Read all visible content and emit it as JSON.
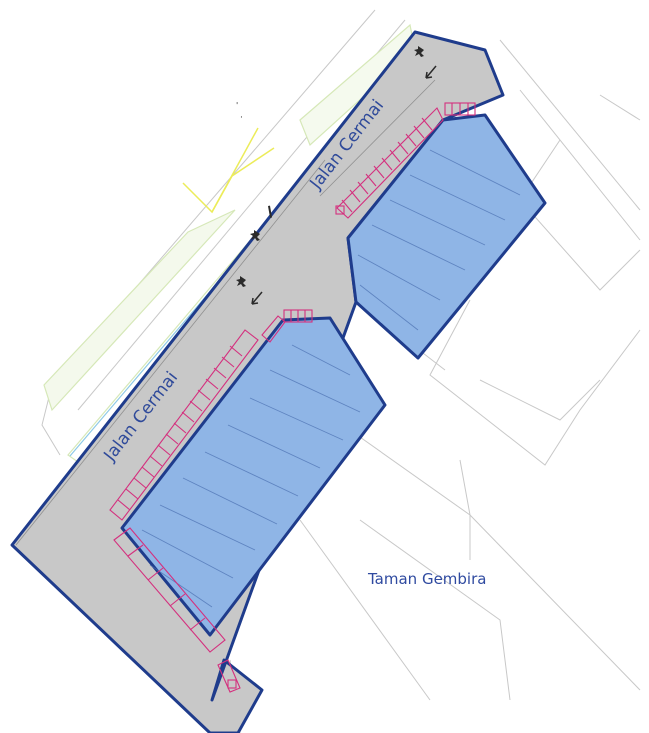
{
  "map": {
    "street_label_upper": "Jalan Cermai",
    "street_label_lower": "Jalan Cermai",
    "area_label": "Taman Gembira"
  },
  "colors": {
    "road_fill": "#c8c8c8",
    "road_outline": "#1f3c8c",
    "parking_block_fill": "#8fb5e6",
    "parking_stall_lines": "#d4307e",
    "street_text": "#2f4a9a",
    "area_text": "#2f4aa0",
    "background_plot_lines": "#c4c4c4",
    "green_belt_outline": "#d2e6b0",
    "pointer_lines": "#ecec5a"
  },
  "icons": {
    "traffic_arrows": "arrow-icon",
    "plane_markers": "plane-icon"
  }
}
